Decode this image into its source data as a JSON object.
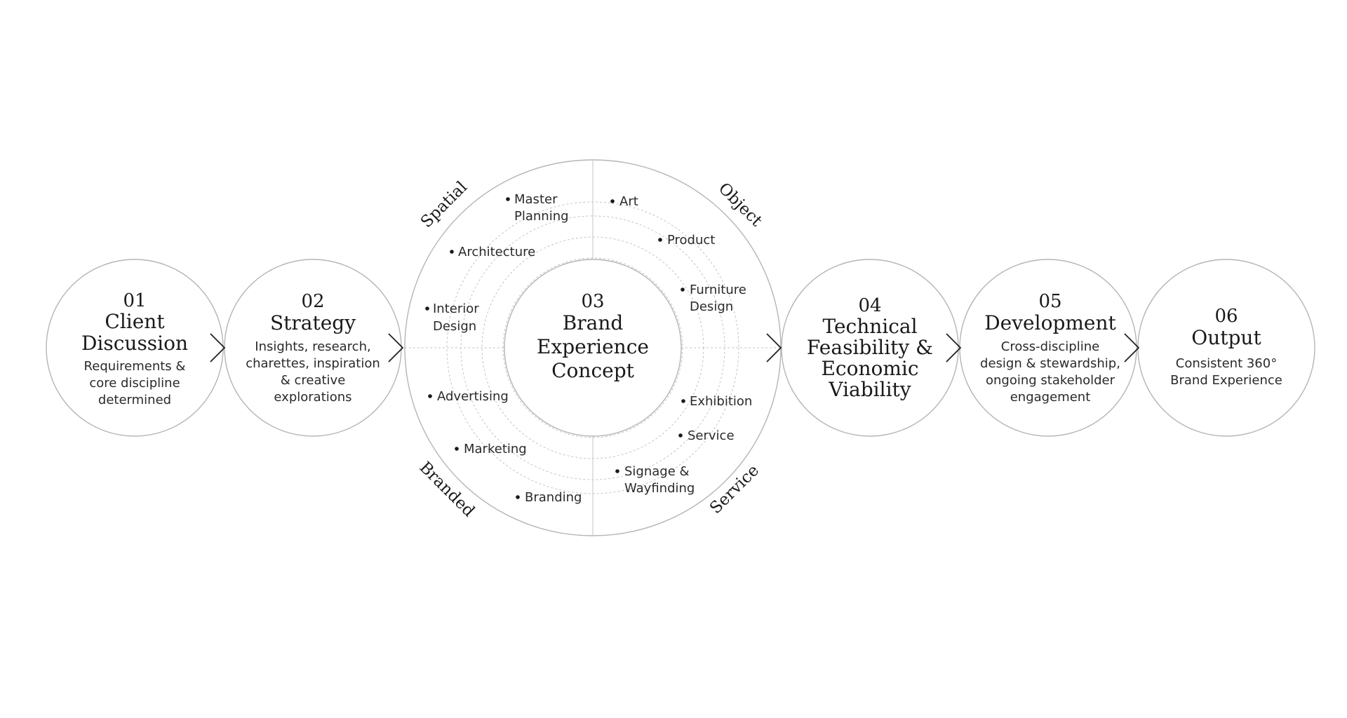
{
  "steps": [
    {
      "number": "01",
      "title": [
        "Client",
        "Discussion"
      ],
      "description": [
        "Requirements &",
        "core discipline",
        "determined"
      ]
    },
    {
      "number": "02",
      "title": [
        "Strategy"
      ],
      "description": [
        "Insights, research,",
        "charettes, inspiration",
        "& creative",
        "explorations"
      ]
    },
    {
      "number": "03",
      "title": [
        "Brand",
        "Experience",
        "Concept"
      ],
      "description": []
    },
    {
      "number": "04",
      "title": [
        "Technical",
        "Feasibility &",
        "Economic",
        "Viability"
      ],
      "description": []
    },
    {
      "number": "05",
      "title": [
        "Development"
      ],
      "description": [
        "Cross-discipline",
        "design & stewardship,",
        "ongoing stakeholder",
        "engagement"
      ]
    },
    {
      "number": "06",
      "title": [
        "Output"
      ],
      "description": [
        "Consistent 360°",
        "Brand Experience"
      ]
    }
  ],
  "quadrants": {
    "spatial": "Spatial",
    "object": "Object",
    "branded": "Branded",
    "service": "Service"
  },
  "disciplines": {
    "master_planning": [
      "Master",
      "Planning"
    ],
    "architecture": [
      "Architecture"
    ],
    "interior_design": [
      "Interior",
      "Design"
    ],
    "art": [
      "Art"
    ],
    "product": [
      "Product"
    ],
    "furniture_design": [
      "Furniture",
      "Design"
    ],
    "advertising": [
      "Advertising"
    ],
    "marketing": [
      "Marketing"
    ],
    "branding": [
      "Branding"
    ],
    "exhibition": [
      "Exhibition"
    ],
    "service": [
      "Service"
    ],
    "signage_wayfinding": [
      "Signage &",
      "Wayfinding"
    ]
  }
}
